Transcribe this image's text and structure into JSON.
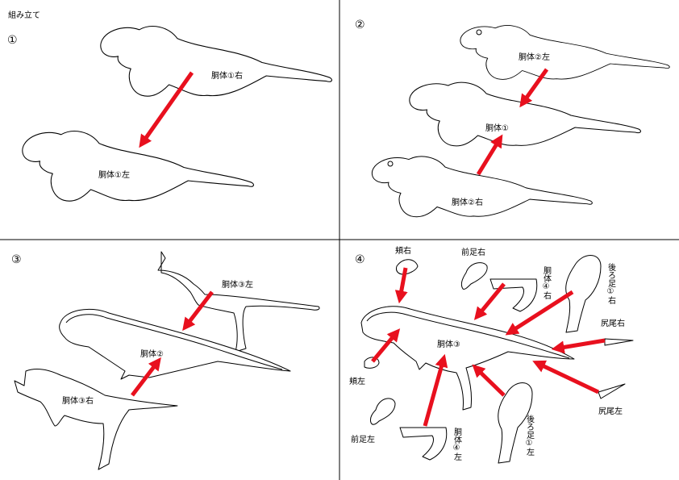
{
  "title": "組み立て",
  "steps": [
    {
      "number": "①",
      "labels": [
        "胴体①右",
        "胴体①左"
      ]
    },
    {
      "number": "②",
      "labels": [
        "胴体②左",
        "胴体①",
        "胴体②右"
      ]
    },
    {
      "number": "③",
      "labels": [
        "胴体③左",
        "胴体②",
        "胴体③右"
      ]
    },
    {
      "number": "④",
      "labels": [
        "頬右",
        "前足右",
        "胴体④右",
        "後ろ足①右",
        "尻尾右",
        "胴体③",
        "頬左",
        "尻尾左",
        "前足左",
        "胴体④左",
        "後ろ足①左"
      ]
    }
  ],
  "colors": {
    "arrow": "#e8101e",
    "outline": "#000000",
    "background": "#ffffff"
  }
}
